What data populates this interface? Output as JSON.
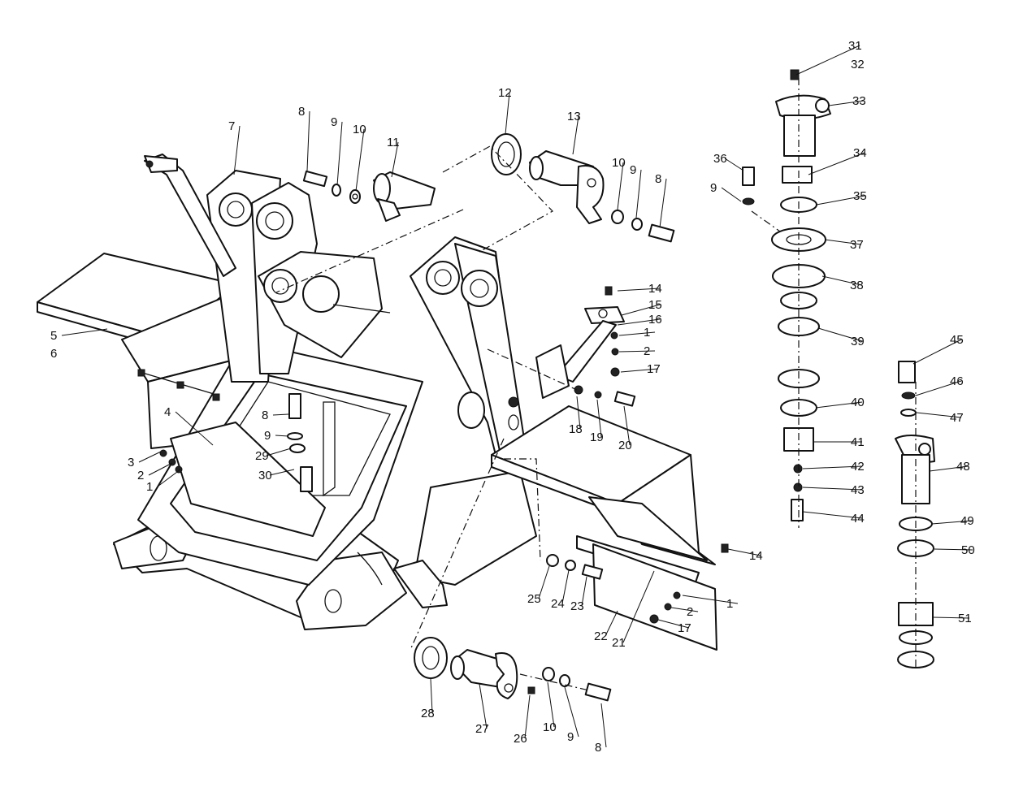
{
  "callouts": [
    {
      "n": "1"
    },
    {
      "n": "2"
    },
    {
      "n": "3"
    },
    {
      "n": "4"
    },
    {
      "n": "5"
    },
    {
      "n": "6"
    },
    {
      "n": "7"
    },
    {
      "n": "8"
    },
    {
      "n": "9"
    },
    {
      "n": "10"
    },
    {
      "n": "11"
    },
    {
      "n": "12"
    },
    {
      "n": "13"
    },
    {
      "n": "10"
    },
    {
      "n": "9"
    },
    {
      "n": "8"
    },
    {
      "n": "14"
    },
    {
      "n": "15"
    },
    {
      "n": "16"
    },
    {
      "n": "1"
    },
    {
      "n": "2"
    },
    {
      "n": "17"
    },
    {
      "n": "18"
    },
    {
      "n": "19"
    },
    {
      "n": "20"
    },
    {
      "n": "8"
    },
    {
      "n": "9"
    },
    {
      "n": "29"
    },
    {
      "n": "30"
    },
    {
      "n": "14"
    },
    {
      "n": "1"
    },
    {
      "n": "2"
    },
    {
      "n": "17"
    },
    {
      "n": "25"
    },
    {
      "n": "24"
    },
    {
      "n": "23"
    },
    {
      "n": "22"
    },
    {
      "n": "21"
    },
    {
      "n": "28"
    },
    {
      "n": "27"
    },
    {
      "n": "26"
    },
    {
      "n": "10"
    },
    {
      "n": "9"
    },
    {
      "n": "8"
    },
    {
      "n": "31"
    },
    {
      "n": "32"
    },
    {
      "n": "33"
    },
    {
      "n": "36"
    },
    {
      "n": "9"
    },
    {
      "n": "34"
    },
    {
      "n": "35"
    },
    {
      "n": "37"
    },
    {
      "n": "38"
    },
    {
      "n": "39"
    },
    {
      "n": "40"
    },
    {
      "n": "41"
    },
    {
      "n": "42"
    },
    {
      "n": "43"
    },
    {
      "n": "44"
    },
    {
      "n": "45"
    },
    {
      "n": "46"
    },
    {
      "n": "47"
    },
    {
      "n": "48"
    },
    {
      "n": "49"
    },
    {
      "n": "50"
    },
    {
      "n": "51"
    }
  ],
  "colors": {
    "line": "#111111",
    "paper": "#ffffff"
  }
}
